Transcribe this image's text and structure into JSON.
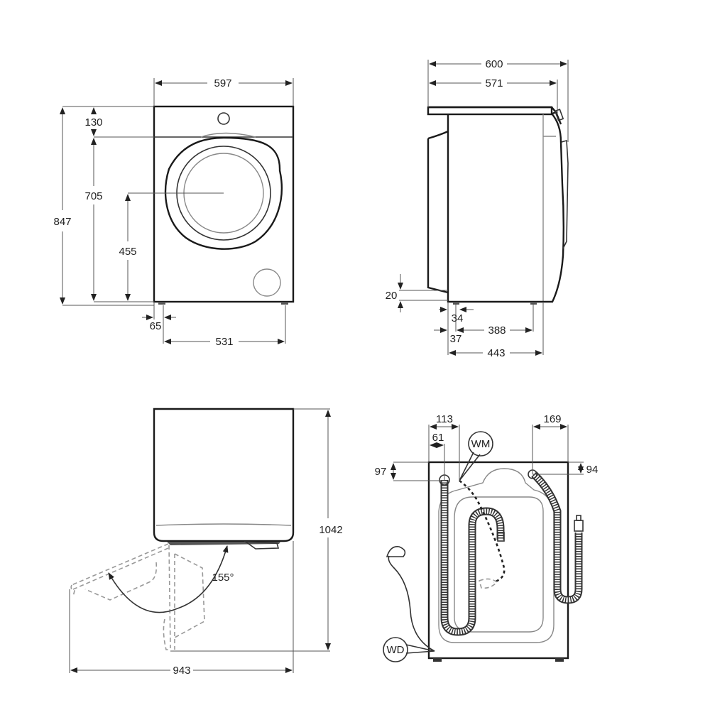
{
  "front_view": {
    "width_label": "597",
    "top_panel_label": "130",
    "door_height_label": "705",
    "total_height_label": "847",
    "center_height_label": "455",
    "foot_offset_label": "65",
    "foot_span_label": "531"
  },
  "side_view": {
    "depth_total_label": "600",
    "depth_body_label": "571",
    "rear_gap_label": "20",
    "foot_width_label": "34",
    "foot_span_label": "388",
    "rear_foot_offset_label": "37",
    "base_depth_label": "443"
  },
  "top_view": {
    "door_open_depth_label": "1042",
    "door_angle_label": "155°",
    "total_width_label": "943"
  },
  "rear_view": {
    "left_inlet_outer_label": "113",
    "left_inlet_inner_label": "61",
    "right_inlet_label": "169",
    "left_vertical_label": "97",
    "right_vertical_label": "94",
    "callout_wm": "WM",
    "callout_wd": "WD"
  }
}
